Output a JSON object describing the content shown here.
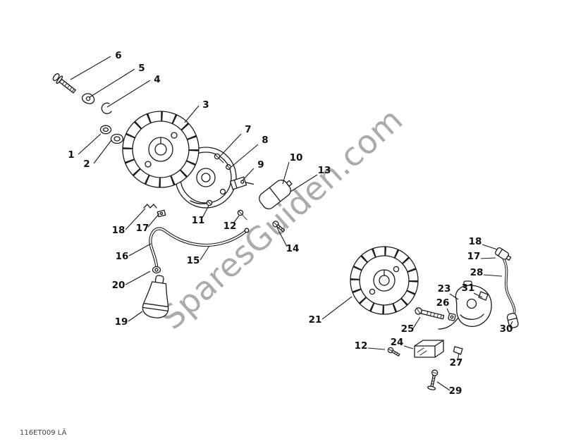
{
  "page": {
    "background": "#ffffff",
    "ink": "#1a1a1a",
    "watermark": {
      "text": "SparesGuiden.com",
      "color": "#979797"
    },
    "caption": "116ET009 LÄ"
  },
  "callouts": {
    "p1": "1",
    "p2": "2",
    "p3": "3",
    "p4": "4",
    "p5": "5",
    "p6": "6",
    "p7": "7",
    "p8": "8",
    "p9": "9",
    "p10": "10",
    "p11": "11",
    "p12_left": "12",
    "p13": "13",
    "p14": "14",
    "p15": "15",
    "p16": "16",
    "p17_left": "17",
    "p18_left": "18",
    "p19": "19",
    "p20": "20",
    "p21": "21",
    "p12_right": "12",
    "p17_right": "17",
    "p18_right": "18",
    "p23": "23",
    "p24": "24",
    "p25": "25",
    "p26": "26",
    "p27": "27",
    "p28": "28",
    "p29": "29",
    "p30": "30",
    "p31": "31"
  }
}
